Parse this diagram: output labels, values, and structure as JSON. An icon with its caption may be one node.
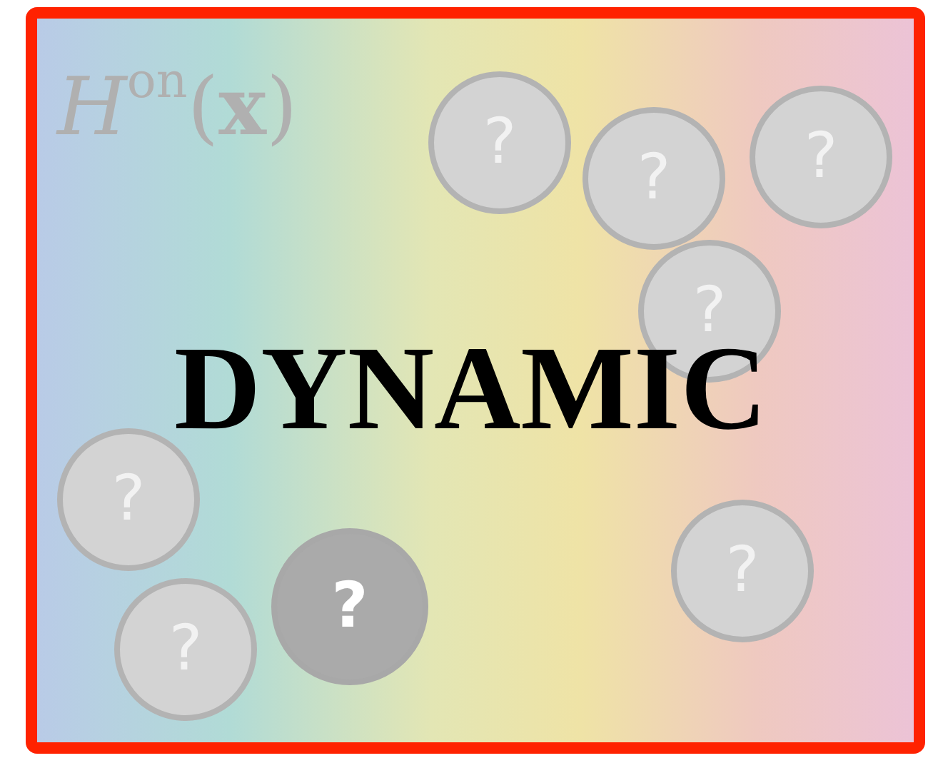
{
  "diagram": {
    "nodes": [
      {
        "text": [
          "*H*$^{on}$(**x**)",
          "DYNAMIC"
        ]
      },
      {
        "text": [
          "?"
        ],
        "in": 0
      },
      {
        "text": [
          "?"
        ],
        "in": 0
      },
      {
        "text": [
          "?"
        ],
        "in": 0
      },
      {
        "text": [
          "?"
        ],
        "in": 0
      },
      {
        "text": [
          "?"
        ],
        "in": 0
      },
      {
        "text": [
          "?"
        ],
        "in": 0
      },
      {
        "text": [
          "?"
        ],
        "in": 0
      },
      {
        "text": [
          "?"
        ],
        "in": 0
      }
    ],
    "edges": []
  }
}
